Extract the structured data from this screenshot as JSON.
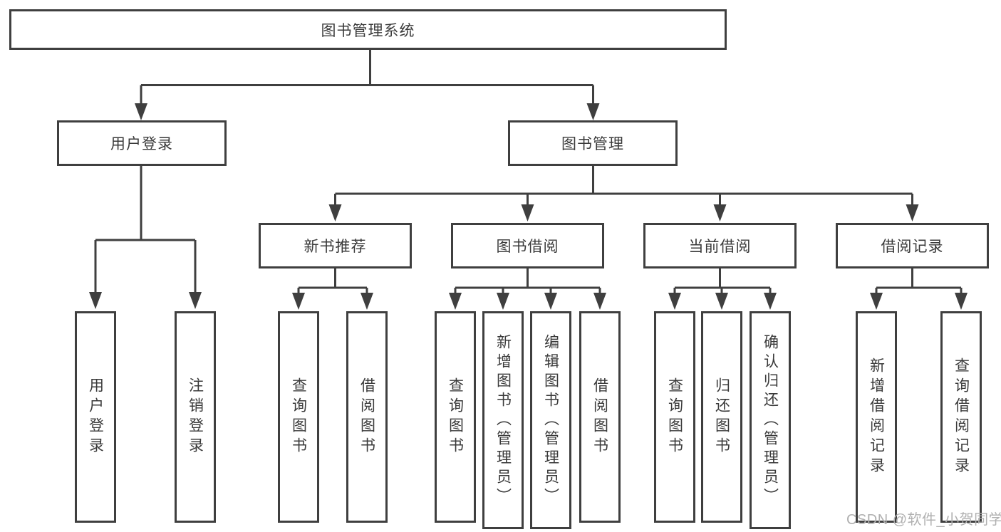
{
  "diagram": {
    "type": "tree",
    "title": "图书管理系统",
    "colors": {
      "line": "#3f3f3f",
      "text": "#3a3a3a",
      "background": "#ffffff",
      "watermark": "#b0b0b0"
    },
    "nodes": {
      "root": "图书管理系统",
      "userLogin": "用户登录",
      "bookManagement": "图书管理",
      "newBookRecommend": "新书推荐",
      "bookBorrow": "图书借阅",
      "currentBorrow": "当前借阅",
      "borrowRecord": "借阅记录"
    },
    "leaves": {
      "userLogin": [
        "用户登录",
        "注销登录"
      ],
      "newBookRecommend": [
        "查询图书",
        "借阅图书"
      ],
      "bookBorrow": [
        "查询图书",
        "新增图书（管理员）",
        "编辑图书（管理员）",
        "借阅图书"
      ],
      "currentBorrow": [
        "查询图书",
        "归还图书",
        "确认归还（管理员）"
      ],
      "borrowRecord": [
        "新增借阅记录",
        "查询借阅记录"
      ]
    },
    "edges": [
      [
        "图书管理系统",
        "用户登录"
      ],
      [
        "图书管理系统",
        "图书管理"
      ],
      [
        "用户登录",
        "用户登录"
      ],
      [
        "用户登录",
        "注销登录"
      ],
      [
        "图书管理",
        "新书推荐"
      ],
      [
        "图书管理",
        "图书借阅"
      ],
      [
        "图书管理",
        "当前借阅"
      ],
      [
        "图书管理",
        "借阅记录"
      ],
      [
        "新书推荐",
        "查询图书"
      ],
      [
        "新书推荐",
        "借阅图书"
      ],
      [
        "图书借阅",
        "查询图书"
      ],
      [
        "图书借阅",
        "新增图书（管理员）"
      ],
      [
        "图书借阅",
        "编辑图书（管理员）"
      ],
      [
        "图书借阅",
        "借阅图书"
      ],
      [
        "当前借阅",
        "查询图书"
      ],
      [
        "当前借阅",
        "归还图书"
      ],
      [
        "当前借阅",
        "确认归还（管理员）"
      ],
      [
        "借阅记录",
        "新增借阅记录"
      ],
      [
        "借阅记录",
        "查询借阅记录"
      ]
    ],
    "watermark": "CSDN @软件_小贺同学"
  }
}
